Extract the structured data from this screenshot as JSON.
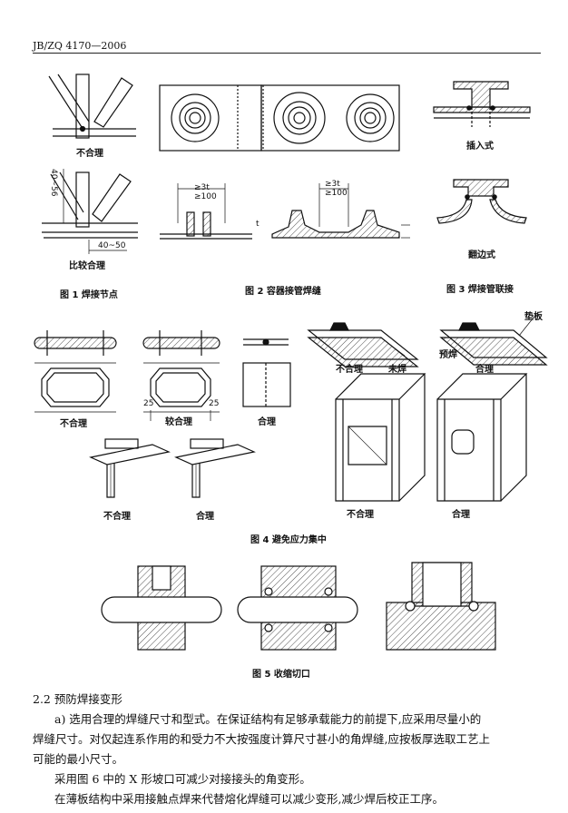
{
  "header": {
    "code": "JB/ZQ 4170—2006"
  },
  "fig1": {
    "label_top": "不合理",
    "label_bottom": "比较合理",
    "dim_vertical": "40~56",
    "dim_horizontal": "40~50",
    "caption": "图 1   焊接节点"
  },
  "fig2": {
    "dim_left": "≥3t\n≥100",
    "dim_left_a": "≥3t",
    "dim_left_b": "≥100",
    "dim_right_a": "≥3t",
    "dim_right_b": "≥100",
    "dim_t": "t",
    "caption": "图 2   容器接管焊缝"
  },
  "fig3": {
    "label_top": "插入式",
    "label_bottom": "翻边式",
    "caption": "图 3   焊接管联接"
  },
  "fig4": {
    "label_a": "不合理",
    "label_b": "较合理",
    "label_b_dim_left": "25",
    "label_b_dim_right": "25",
    "label_c": "合理",
    "label_d": "不合理",
    "label_d2": "未焊",
    "label_e": "合理",
    "label_e_pre": "预焊",
    "label_e_pad": "垫板",
    "label_f": "不合理",
    "label_g": "合理",
    "label_h": "不合理",
    "label_i": "合理",
    "caption": "图 4   避免应力集中"
  },
  "fig5": {
    "caption": "图 5   收缩切口"
  },
  "text": {
    "section": "2.2   预防焊接变形",
    "p1_line1": "a)  选用合理的焊缝尺寸和型式。在保证结构有足够承载能力的前提下,应采用尽量小的",
    "p1_line2": "焊缝尺寸。对仅起连系作用的和受力不大按强度计算尺寸甚小的角焊缝,应按板厚选取工艺上",
    "p1_line3": "可能的最小尺寸。",
    "p2": "采用图 6 中的 X 形坡口可减少对接接头的角变形。",
    "p3": "在薄板结构中采用接触点焊来代替熔化焊缝可以减少变形,减少焊后校正工序。"
  }
}
